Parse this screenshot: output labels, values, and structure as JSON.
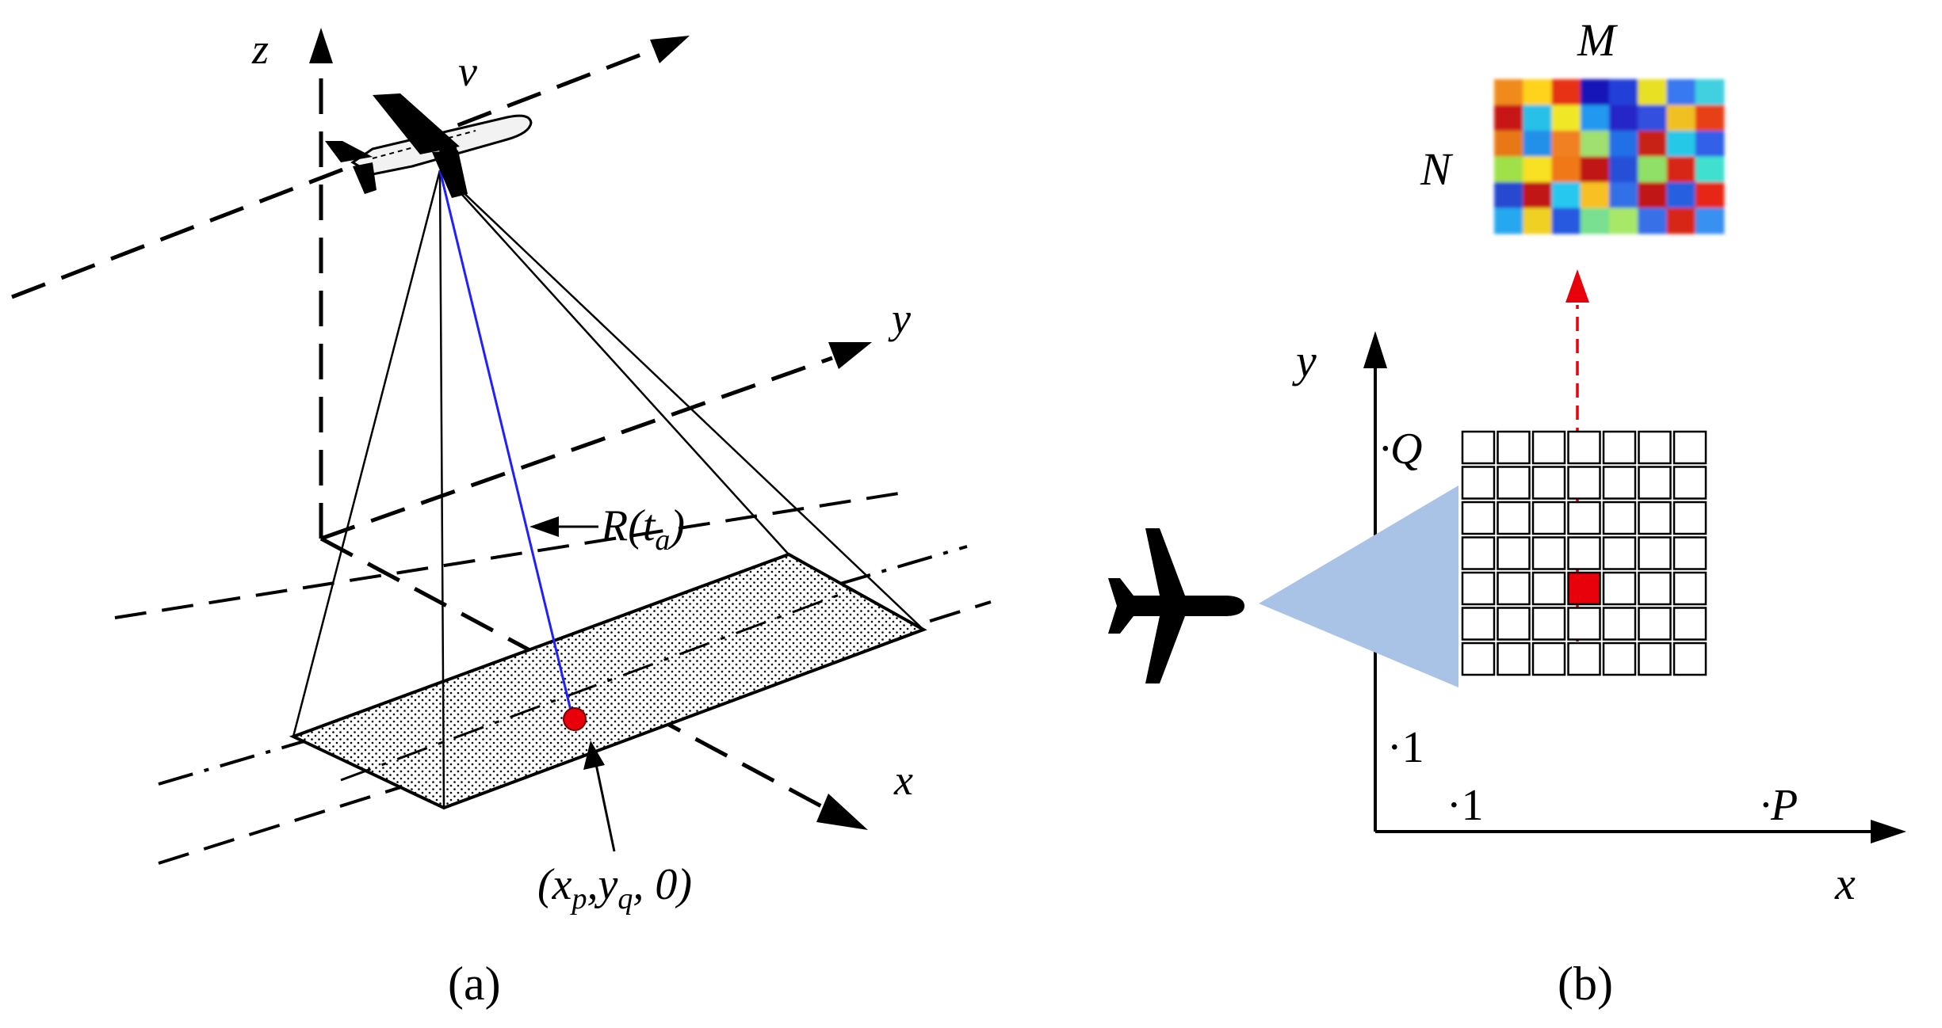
{
  "panel_a": {
    "caption": "(a)",
    "axis_z": "z",
    "axis_y": "y",
    "axis_x": "x",
    "velocity": "v",
    "range_label": {
      "main": "R(t",
      "sub": "a",
      "close": ")"
    },
    "target_label": {
      "open": "(x",
      "sub1": "p",
      "mid": ",y",
      "sub2": "q",
      "close": ", 0)"
    },
    "target_color": "#e8000b",
    "beam_color": "#1f1fff"
  },
  "panel_b": {
    "caption": "(b)",
    "axis_x": "x",
    "axis_y": "y",
    "label_M": "M",
    "label_N": "N",
    "label_Q": "·Q",
    "label_P": "·P",
    "label_1_x": "·1",
    "label_1_y": "·1",
    "selected_cell_color": "#e8000b",
    "beam_color": "#a9c3e6",
    "grid_cols": 7,
    "grid_rows": 7,
    "selected_cell": {
      "col": 3,
      "row": 5
    },
    "image_grid": [
      [
        "#f08a1e",
        "#ffd21a",
        "#e83018",
        "#1818b8",
        "#2040d8",
        "#e8e020",
        "#3878f0",
        "#40d0e0"
      ],
      [
        "#c81818",
        "#28c0e8",
        "#f0e828",
        "#2098f0",
        "#2828c8",
        "#3050e0",
        "#f0c020",
        "#e84018"
      ],
      [
        "#e87818",
        "#2090e8",
        "#f08020",
        "#a0e070",
        "#2070e8",
        "#c82018",
        "#28c8e8",
        "#3060e8"
      ],
      [
        "#a0e048",
        "#f8e020",
        "#f07818",
        "#c01818",
        "#2850d8",
        "#90e068",
        "#d82818",
        "#40e0d0"
      ],
      [
        "#2848d0",
        "#c01818",
        "#28c8f0",
        "#f8c020",
        "#3070e8",
        "#c01818",
        "#2860e0",
        "#e82818"
      ],
      [
        "#28a8f0",
        "#f0d020",
        "#2858e0",
        "#78e090",
        "#a8e868",
        "#3870e8",
        "#d82818",
        "#3890f0"
      ]
    ]
  }
}
